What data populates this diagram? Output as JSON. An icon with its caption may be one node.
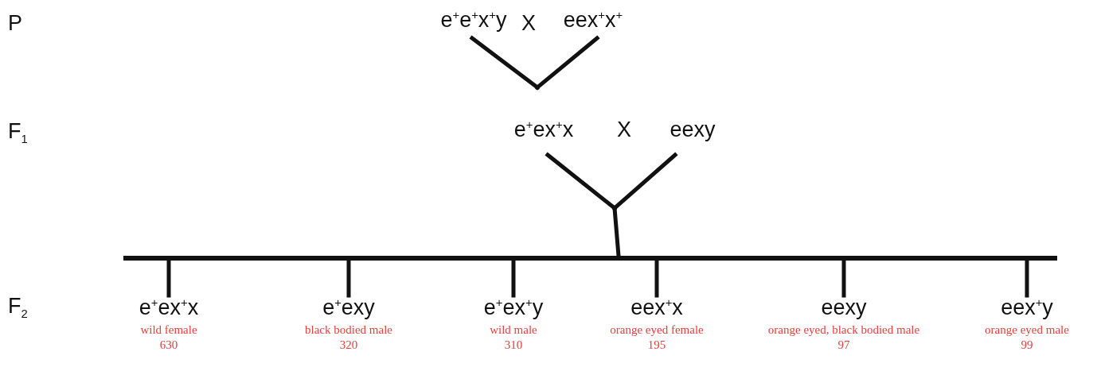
{
  "diagram": {
    "nodes": [
      {
        "text": [
          "e$^{+}$e$^{+}$x$^{+}$y"
        ]
      },
      {
        "text": [
          "eex$^{+}$x$^{+}$"
        ]
      },
      {
        "text": [],
        "shape": "junction"
      },
      {
        "text": [
          "e$^{+}$ex$^{+}$x"
        ]
      },
      {
        "text": [
          "eexy"
        ]
      },
      {
        "text": [],
        "shape": "junction"
      },
      {
        "text": [],
        "shape": "bar"
      },
      {
        "text": [
          "e$^{+}$ex$^{+}$x"
        ],
        "beside": [
          "wild female",
          "630"
        ]
      },
      {
        "text": [
          "e$^{+}$exy"
        ],
        "beside": [
          "black bodied male",
          "320"
        ]
      },
      {
        "text": [
          "e$^{+}$ex$^{+}$y"
        ],
        "beside": [
          "wild male",
          "310"
        ]
      },
      {
        "text": [
          "eex$^{+}$x"
        ],
        "beside": [
          "orange eyed female",
          "195"
        ]
      },
      {
        "text": [
          "eexy"
        ],
        "beside": [
          "orange eyed, black bodied male",
          "97"
        ]
      },
      {
        "text": [
          "eex$^{+}$y"
        ],
        "beside": [
          "orange eyed male",
          "99"
        ]
      }
    ],
    "edges": [
      {
        "from": 0,
        "to": 2,
        "arrow": "none"
      },
      {
        "from": 1,
        "to": 2,
        "arrow": "none"
      },
      {
        "from": 3,
        "to": 5,
        "arrow": "none"
      },
      {
        "from": 4,
        "to": 5,
        "arrow": "none"
      },
      {
        "from": 5,
        "to": 6,
        "arrow": "none"
      },
      {
        "from": 6,
        "to": 7,
        "arrow": "none"
      },
      {
        "from": 6,
        "to": 8,
        "arrow": "none"
      },
      {
        "from": 6,
        "to": 9,
        "arrow": "none"
      },
      {
        "from": 6,
        "to": 10,
        "arrow": "none"
      },
      {
        "from": 6,
        "to": 11,
        "arrow": "none"
      },
      {
        "from": 6,
        "to": 12,
        "arrow": "none"
      }
    ],
    "labels": [
      "P",
      "X",
      "F$_{1}$",
      "X",
      "F$_{2}$"
    ]
  }
}
